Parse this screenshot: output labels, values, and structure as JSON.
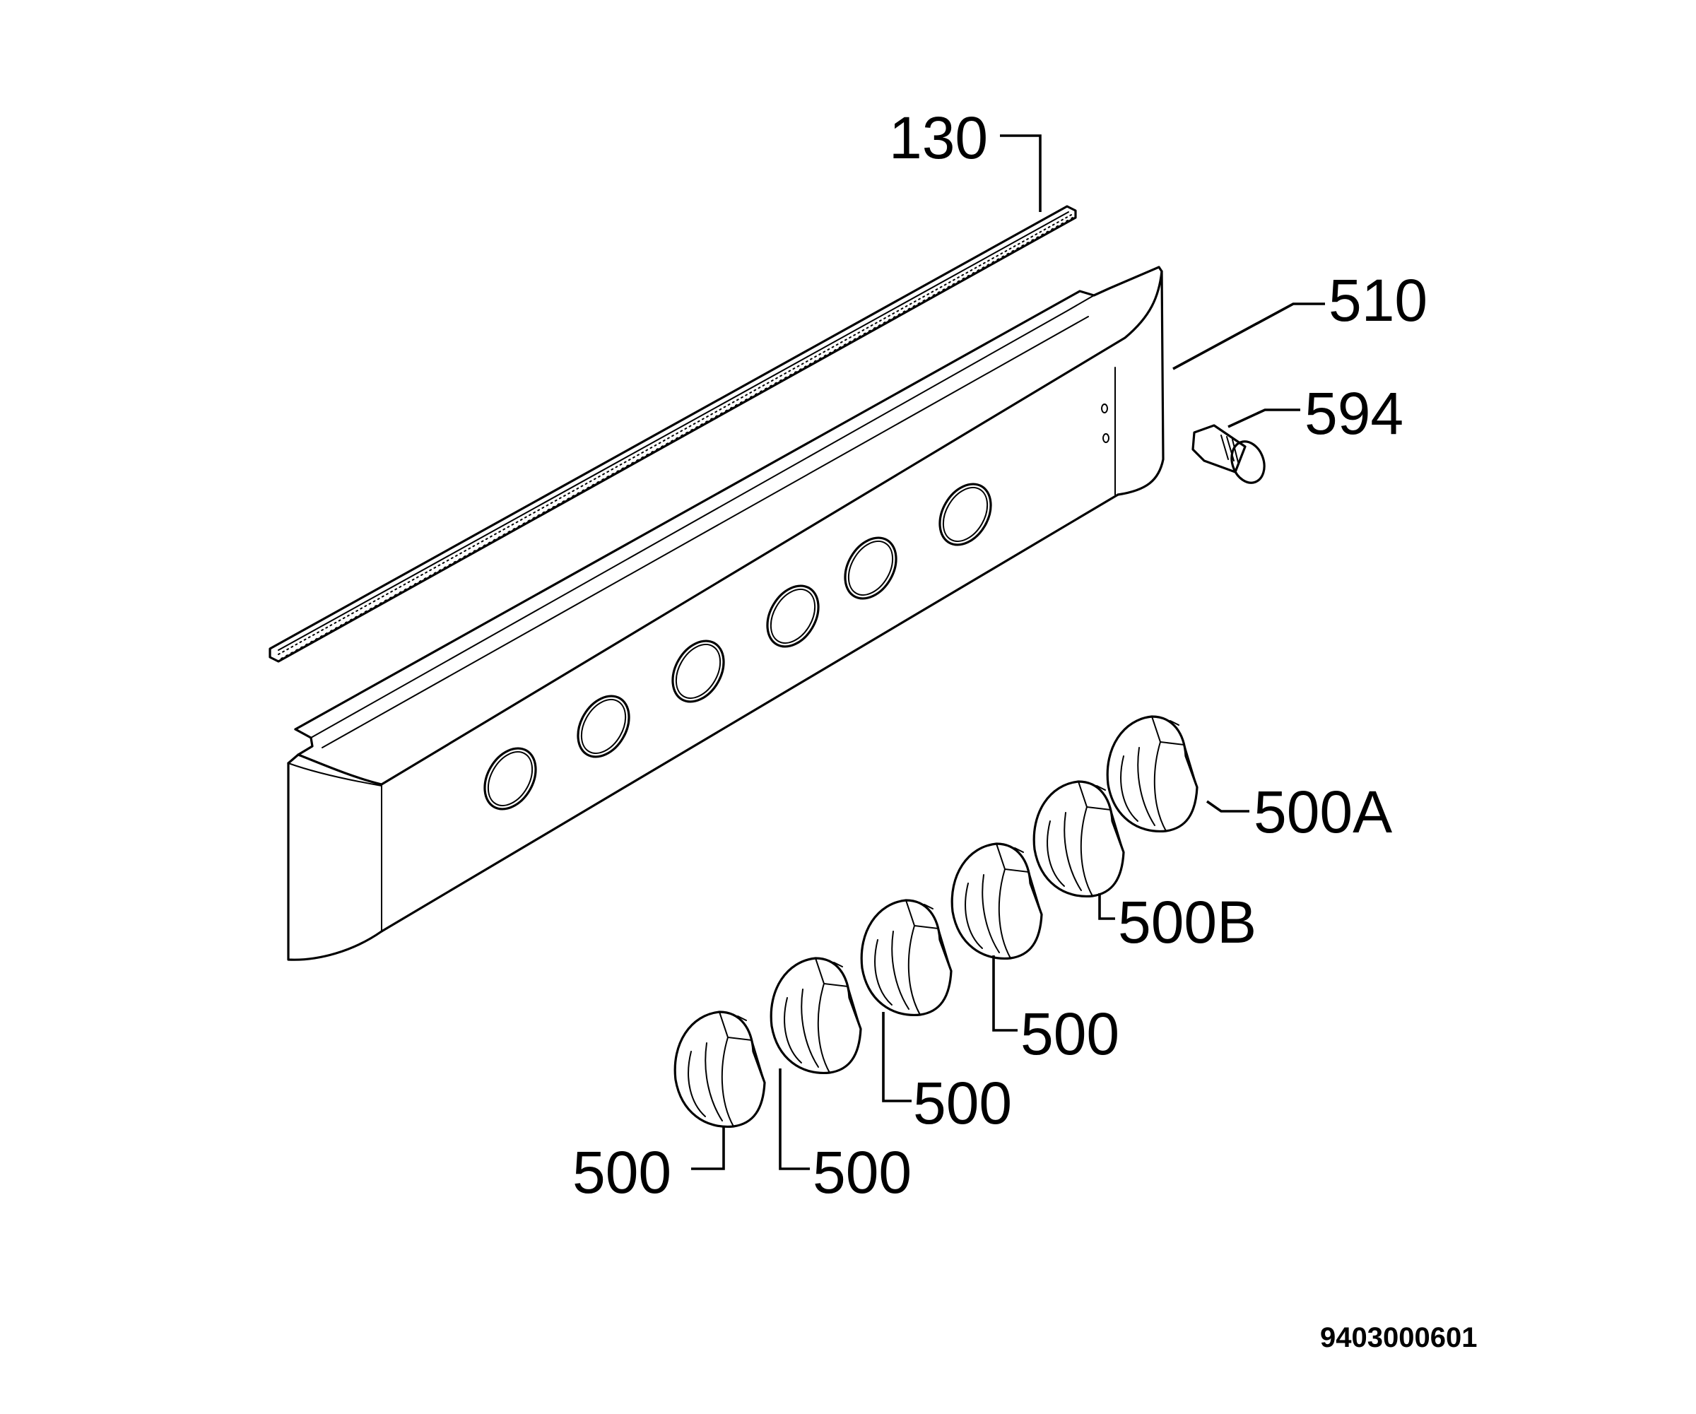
{
  "labels": {
    "strip": "130",
    "panel": "510",
    "bulb": "594",
    "knob_a": "500A",
    "knob_b": "500B",
    "knob_1": "500",
    "knob_2": "500",
    "knob_3": "500",
    "knob_4": "500"
  },
  "drawing_code": "9403000601"
}
